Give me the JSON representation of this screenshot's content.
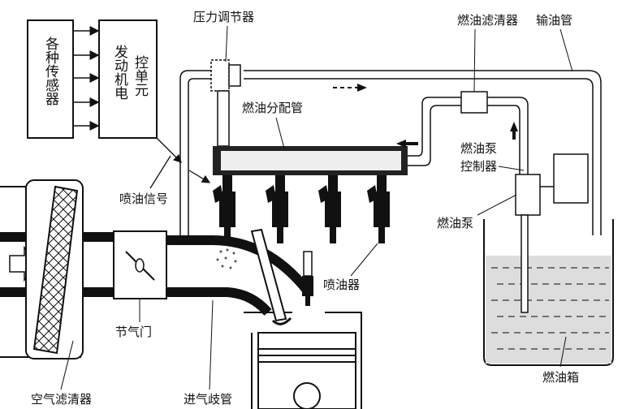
{
  "labels": {
    "sensors": "各种传感器",
    "ecu_col1": "发动机电",
    "ecu_col2": "控单元",
    "pressure_regulator": "压力调节器",
    "fuel_filter": "燃油滤清器",
    "fuel_line": "输油管",
    "fuel_rail": "燃油分配管",
    "pump_controller_1": "燃油泵",
    "pump_controller_2": "控制器",
    "fuel_pump": "燃油泵",
    "injection_signal": "喷油信号",
    "injector": "喷油器",
    "throttle": "节气门",
    "air_filter": "空气滤清器",
    "intake_manifold": "进气歧管",
    "fuel_tank": "燃油箱"
  }
}
